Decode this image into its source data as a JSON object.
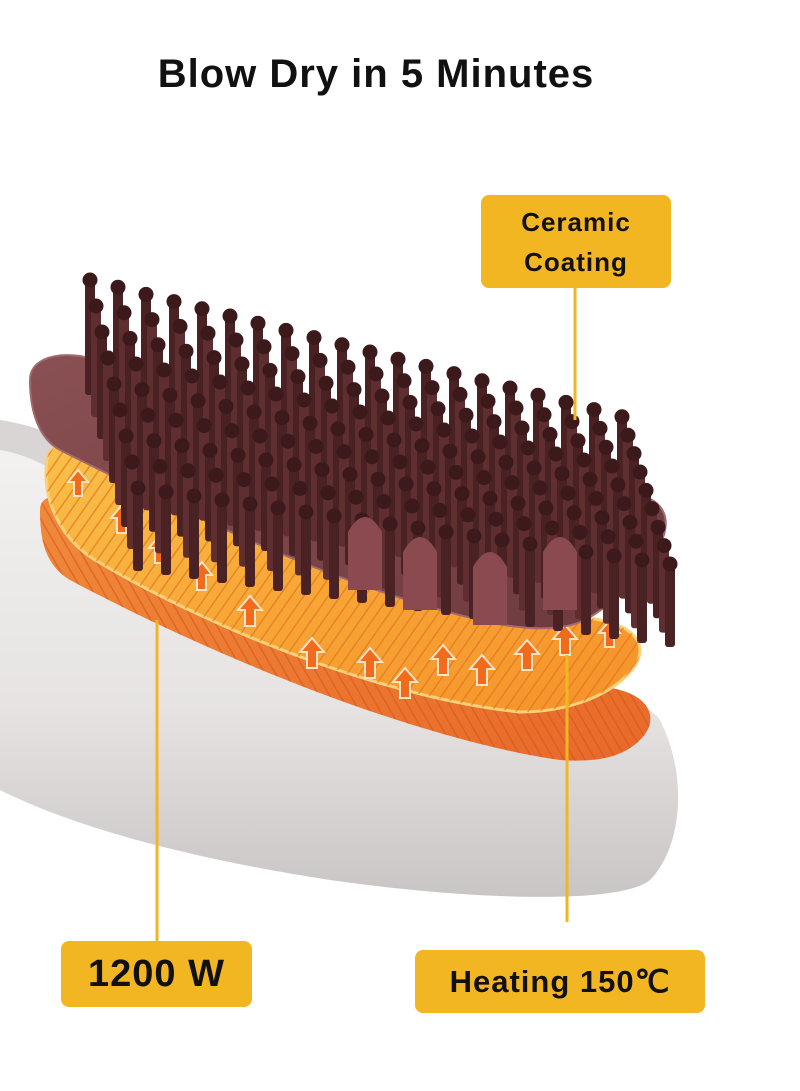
{
  "title": "Blow Dry in 5 Minutes",
  "callouts": {
    "ceramic_line1": "Ceramic",
    "ceramic_line2": "Coating",
    "power": "1200 W",
    "heating": "Heating 150℃"
  },
  "colors": {
    "label_bg": "#f2b623",
    "heat_orange": "#f47a1f",
    "bristle": "#5a2a2c",
    "body": "#e9e7e6"
  }
}
